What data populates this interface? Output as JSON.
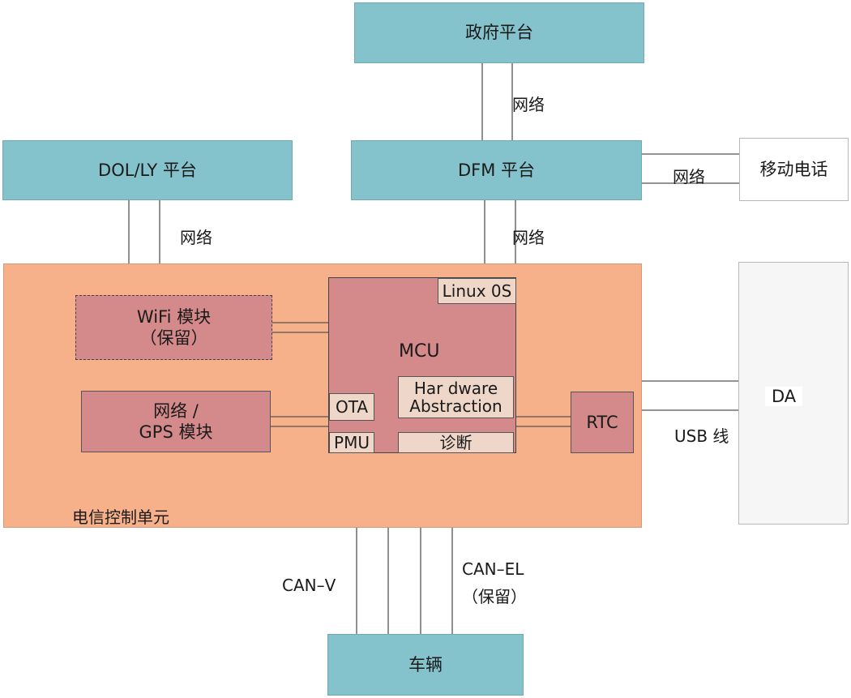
{
  "nodes": {
    "gov_platform": "政府平台",
    "dol_platform": "DOL/LY 平台",
    "dfm_platform": "DFM 平台",
    "mobile_phone": "移动电话",
    "da": "DA",
    "vehicle": "车辆"
  },
  "tcu": {
    "label": "电信控制单元",
    "wifi_line1": "WiFi 模块",
    "wifi_line2": "（保留）",
    "gps_line1": "网络 /",
    "gps_line2": "GPS 模块",
    "mcu": "MCU",
    "linux_os": "Linux 0S",
    "hw_line1": "Har dware",
    "hw_line2": "Abstraction",
    "ota": "OTA",
    "pmu": "PMU",
    "diagnosis": "诊断",
    "rtc": "RTC"
  },
  "edges": {
    "network_gov_dfm": "网络",
    "network_dfm_mobile": "网络",
    "network_dol_tcu": "网络",
    "network_dfm_tcu": "网络",
    "usb": "USB 线",
    "can_v": "CAN–V",
    "can_el_line1": "CAN–EL",
    "can_el_line2": "（保留）"
  },
  "colors": {
    "platform": "#85c3cc",
    "tcu_background": "#f7b18a",
    "module": "#d48a8b",
    "inner_block": "#eed6c8"
  }
}
